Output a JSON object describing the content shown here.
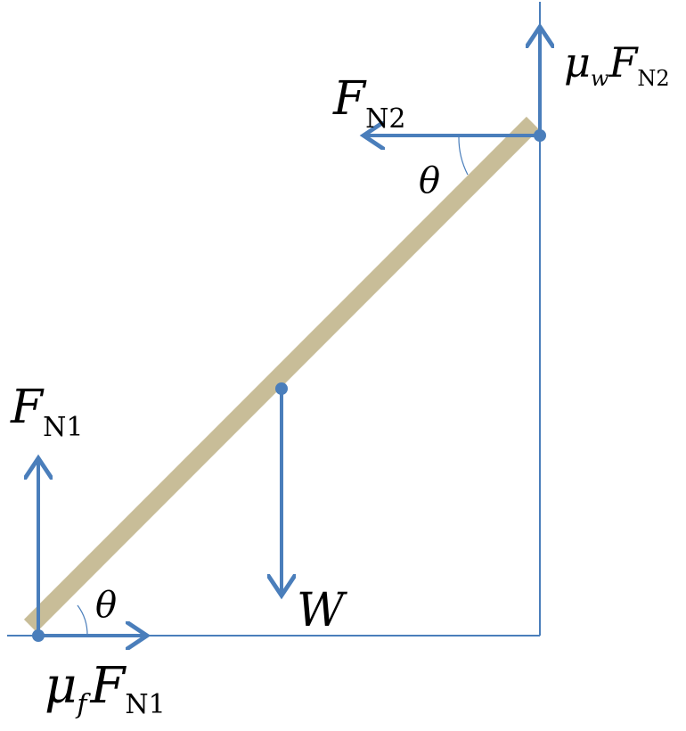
{
  "colors": {
    "ladder": "#c8bd98",
    "vector": "#4a7ebb",
    "wall": "#4a7ebb",
    "text": "#000000",
    "background": "#ffffff"
  },
  "labels": {
    "fn1_main": "F",
    "fn1_sub": "N1",
    "fn2_main": "F",
    "fn2_sub": "N2",
    "muw_mu": "μ",
    "muw_sub": "w",
    "muw_f": "F",
    "muw_fsub": "N2",
    "muf_mu": "μ",
    "muf_sub": "f",
    "muf_f": "F",
    "muf_fsub": "N1",
    "weight": "W",
    "theta_top": "θ",
    "theta_bottom": "θ"
  }
}
